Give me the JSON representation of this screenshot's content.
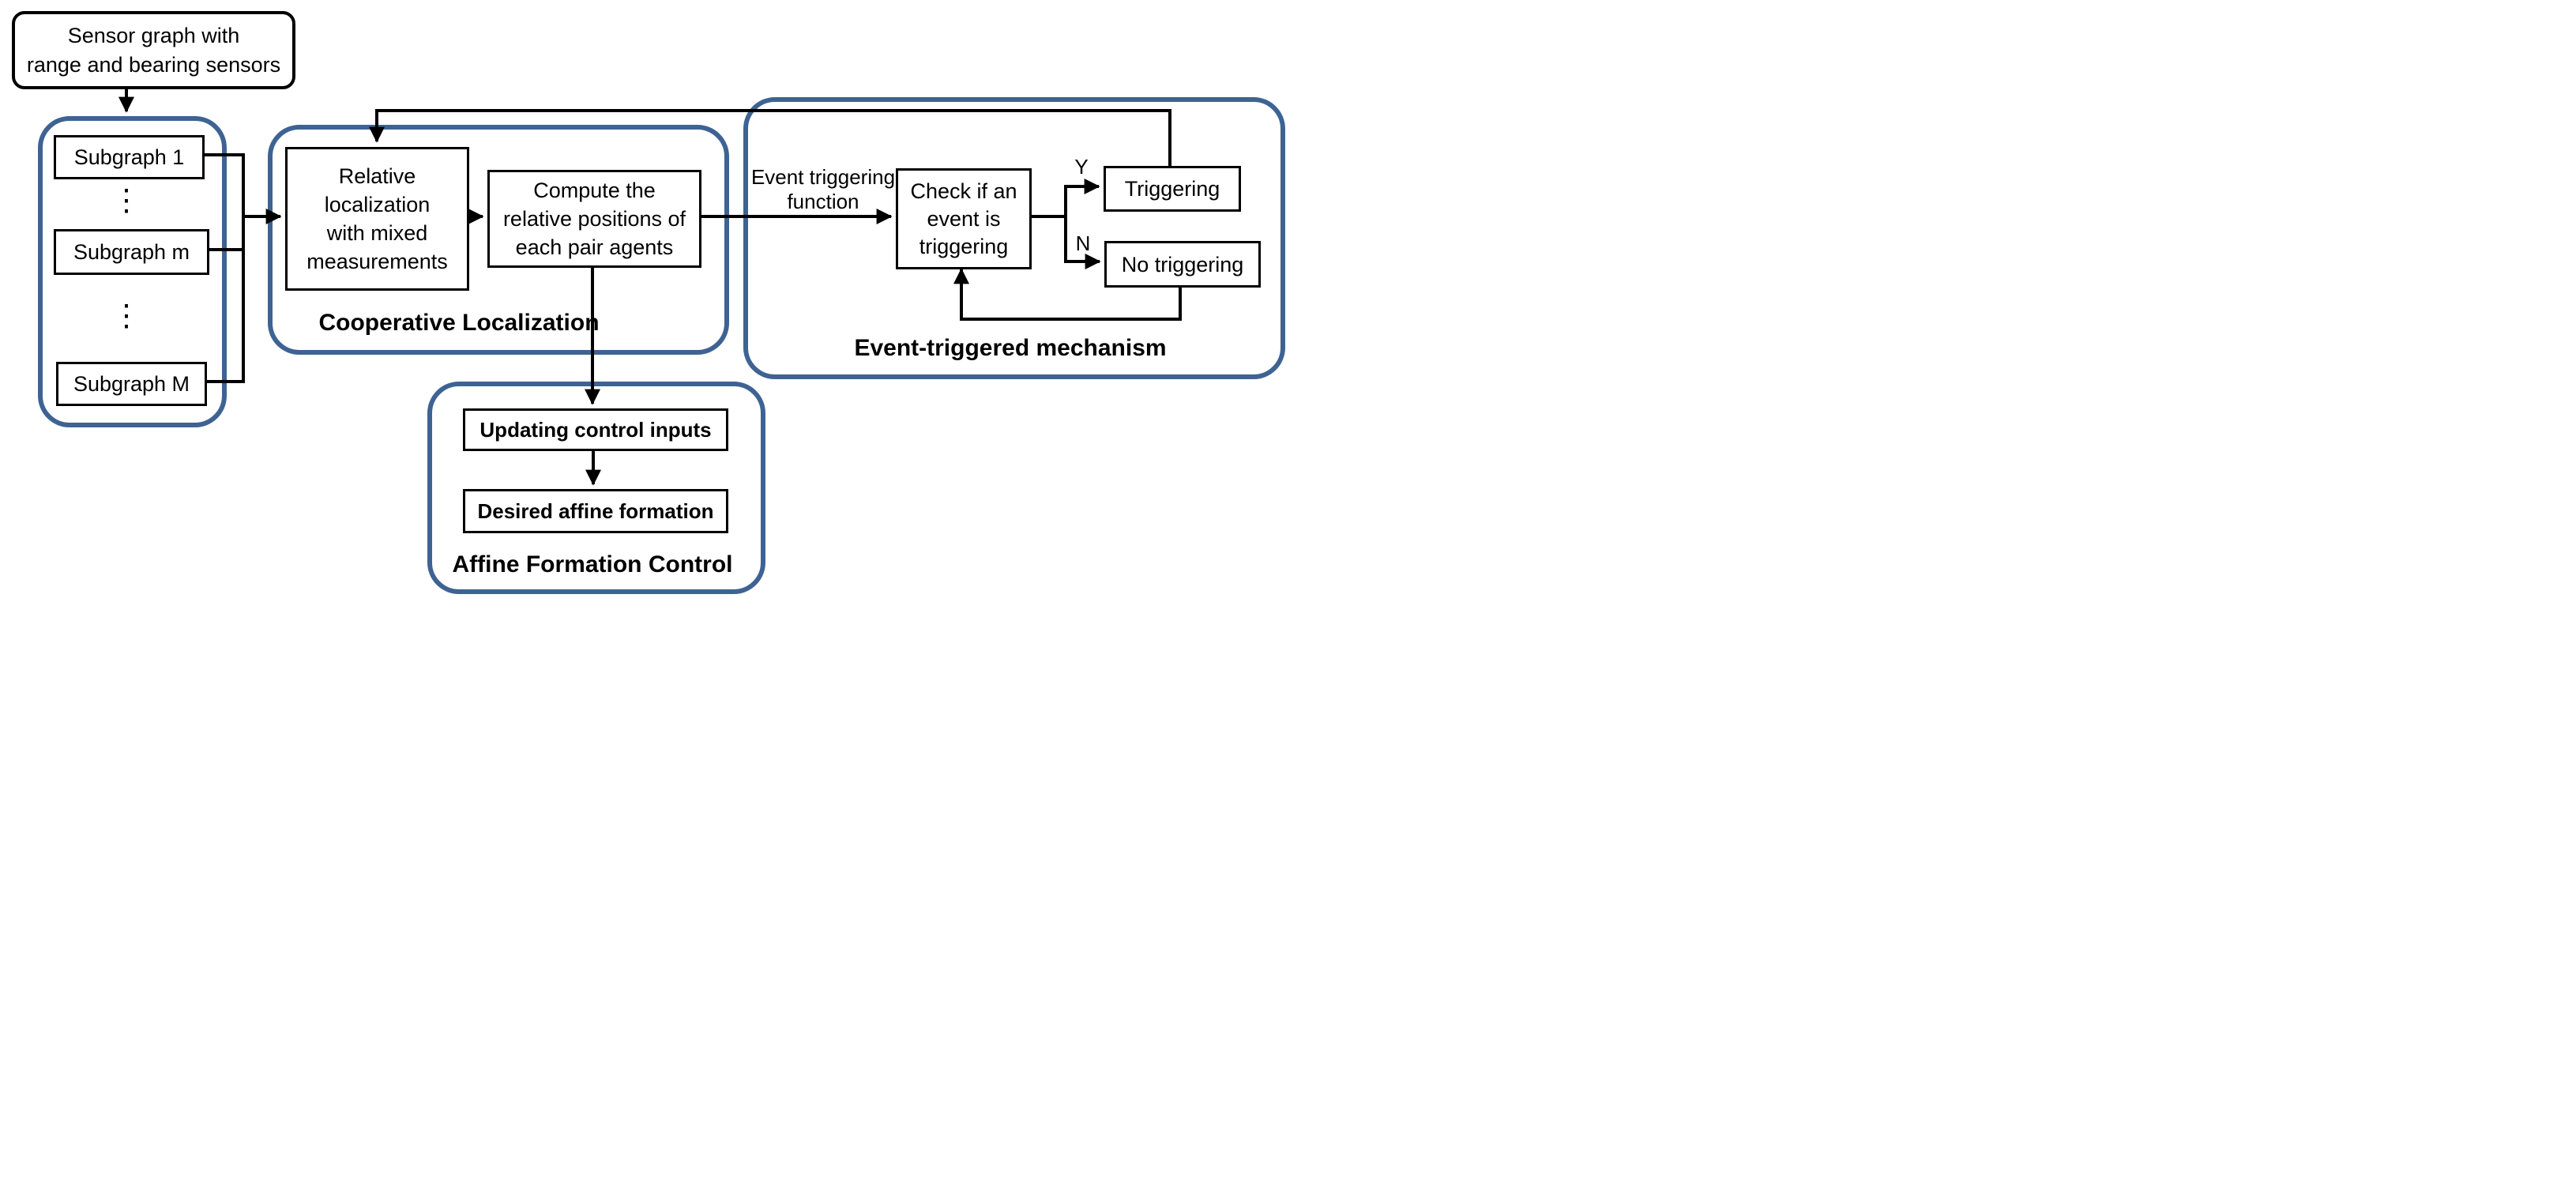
{
  "diagram": {
    "type": "flowchart",
    "colors": {
      "container_border": "#3e6393",
      "box_border": "#000000",
      "connector": "#000000",
      "background": "#ffffff",
      "text": "#000000"
    },
    "nodes": {
      "sensor": {
        "lines": [
          "Sensor graph with",
          "range and bearing sensors"
        ]
      },
      "subgraph_1": {
        "label": "Subgraph 1"
      },
      "subgraph_m": {
        "label": "Subgraph m"
      },
      "subgraph_M": {
        "label": "Subgraph M"
      },
      "relative_localization": {
        "lines": [
          "Relative",
          "localization",
          "with mixed",
          "measurements"
        ]
      },
      "compute_positions": {
        "lines": [
          "Compute the",
          "relative positions of",
          "each pair agents"
        ]
      },
      "check_event": {
        "lines": [
          "Check if an",
          "event is",
          "triggering"
        ]
      },
      "triggering": {
        "label": "Triggering"
      },
      "no_triggering": {
        "label": "No triggering"
      },
      "updating_control_inputs": {
        "label": "Updating control inputs"
      },
      "desired_affine_formation": {
        "label": "Desired affine formation"
      }
    },
    "containers": {
      "cooperative_localization": {
        "label": "Cooperative Localization"
      },
      "event_triggered_mechanism": {
        "label": "Event-triggered mechanism"
      },
      "affine_formation_control": {
        "label": "Affine Formation Control"
      }
    },
    "edge_labels": {
      "event_triggering_function": {
        "lines": [
          "Event triggering",
          "function"
        ]
      },
      "yes": "Y",
      "no": "N"
    },
    "misc": {
      "vertical_dots": "⋮"
    }
  }
}
